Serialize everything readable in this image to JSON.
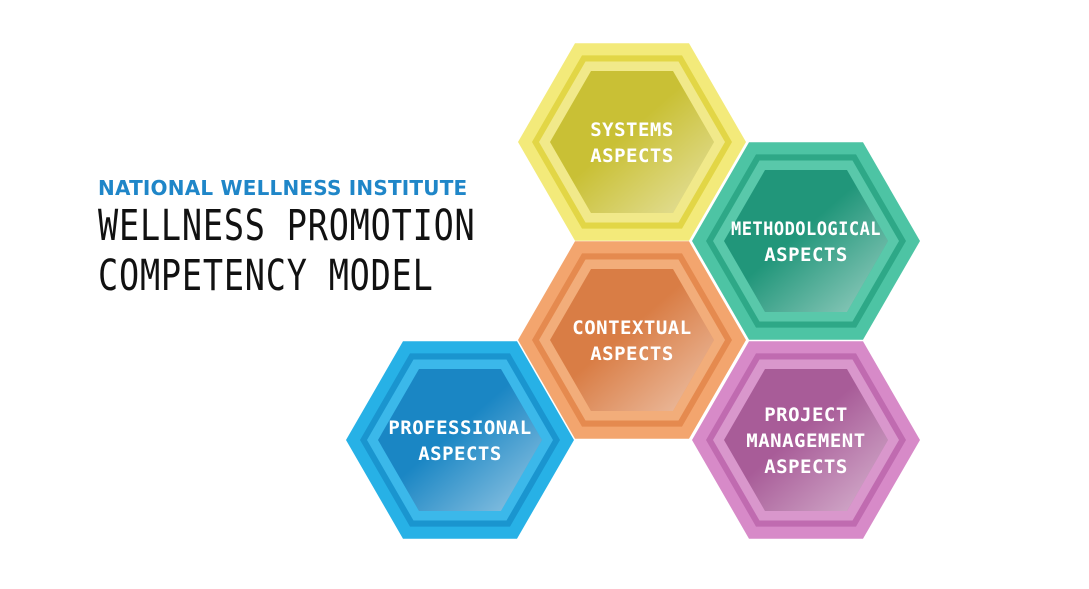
{
  "header": {
    "org": "NATIONAL WELLNESS INSTITUTE",
    "title_line1": "WELLNESS PROMOTION",
    "title_line2": "COMPETENCY MODEL"
  },
  "hexagons": [
    {
      "id": "systems",
      "lines": [
        "SYSTEMS",
        "ASPECTS"
      ],
      "colors": {
        "outer": "#f3ea7a",
        "ring": "#e2d646",
        "inner": "#f1e98a",
        "core": "#c9c035",
        "highlight": "#e8e3a0"
      }
    },
    {
      "id": "methodological",
      "lines": [
        "METHODOLOGICAL",
        "ASPECTS"
      ],
      "colors": {
        "outer": "#4dc4a4",
        "ring": "#2ea887",
        "inner": "#59c8aa",
        "core": "#21967a",
        "highlight": "#8fdac6"
      }
    },
    {
      "id": "contextual",
      "lines": [
        "CONTEXTUAL",
        "ASPECTS"
      ],
      "colors": {
        "outer": "#f3a56e",
        "ring": "#e58a4f",
        "inner": "#f2ad7a",
        "core": "#d97d45",
        "highlight": "#f0c4a2"
      }
    },
    {
      "id": "professional",
      "lines": [
        "PROFESSIONAL",
        "ASPECTS"
      ],
      "colors": {
        "outer": "#27b1e6",
        "ring": "#1a95cf",
        "inner": "#3bb8ea",
        "core": "#1a86c4",
        "highlight": "#7fd0f2"
      }
    },
    {
      "id": "project-management",
      "lines": [
        "PROJECT",
        "MANAGEMENT",
        "ASPECTS"
      ],
      "colors": {
        "outer": "#d78ac8",
        "ring": "#c06bb0",
        "inner": "#d997cc",
        "core": "#a85c98",
        "highlight": "#e2b4d8"
      }
    }
  ]
}
